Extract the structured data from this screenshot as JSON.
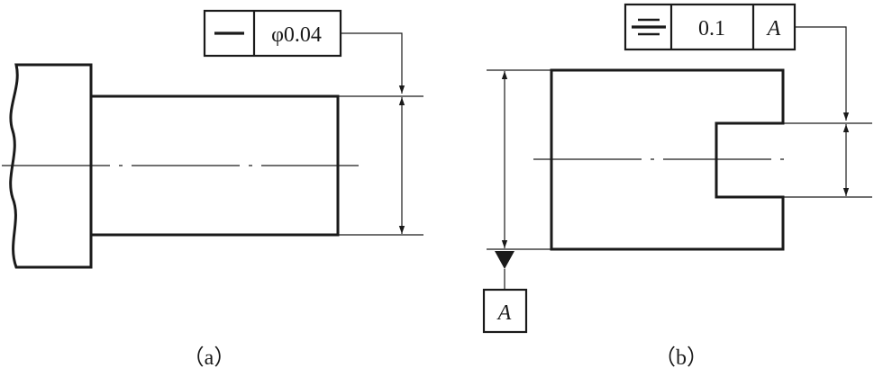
{
  "figure_a": {
    "tolerance_symbol": "straightness-icon",
    "tolerance_value": "φ0.04",
    "caption": "（a）"
  },
  "figure_b": {
    "tolerance_symbol": "symmetry-icon",
    "tolerance_value": "0.1",
    "datum_reference": "A",
    "datum_label": "A",
    "caption": "（b）"
  }
}
